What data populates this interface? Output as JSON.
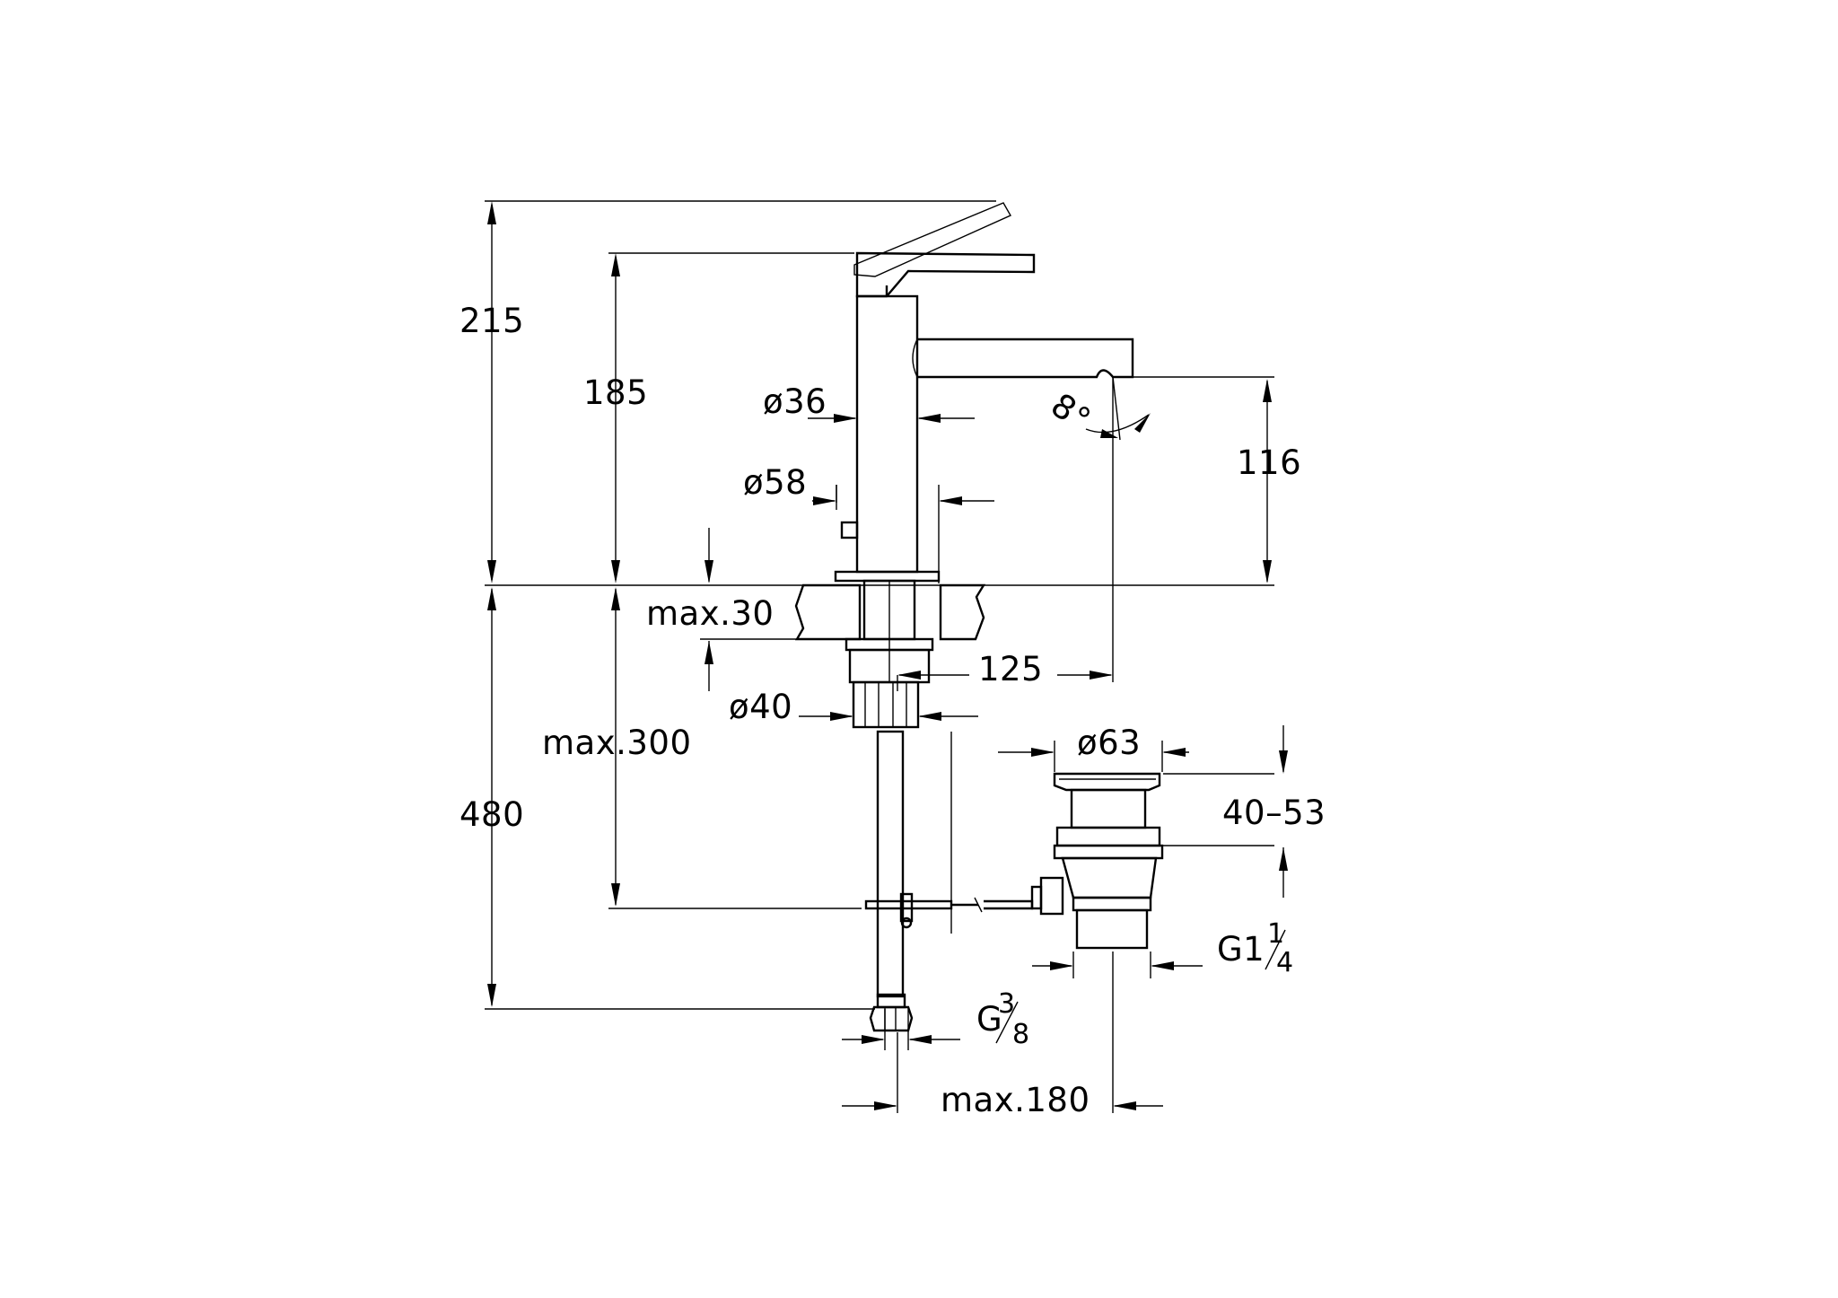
{
  "dimensions": {
    "total_height": "215",
    "spout_body_height": "185",
    "body_diameter": "ø36",
    "base_diameter": "ø58",
    "spout_clearance": "116",
    "angle": "8°",
    "max_counter_thickness": "max.30",
    "spout_reach": "125",
    "shank_diameter": "ø40",
    "max_hose_length": "max.300",
    "total_below_counter": "480",
    "waste_diameter": "ø63",
    "waste_range": "40–53",
    "waste_thread": {
      "base": "G1",
      "fraction": "1/4",
      "num": "1",
      "den": "4"
    },
    "hose_thread": {
      "base": "G",
      "fraction": "3/8",
      "num": "3",
      "den": "8"
    },
    "max_waste_offset": "max.180"
  }
}
